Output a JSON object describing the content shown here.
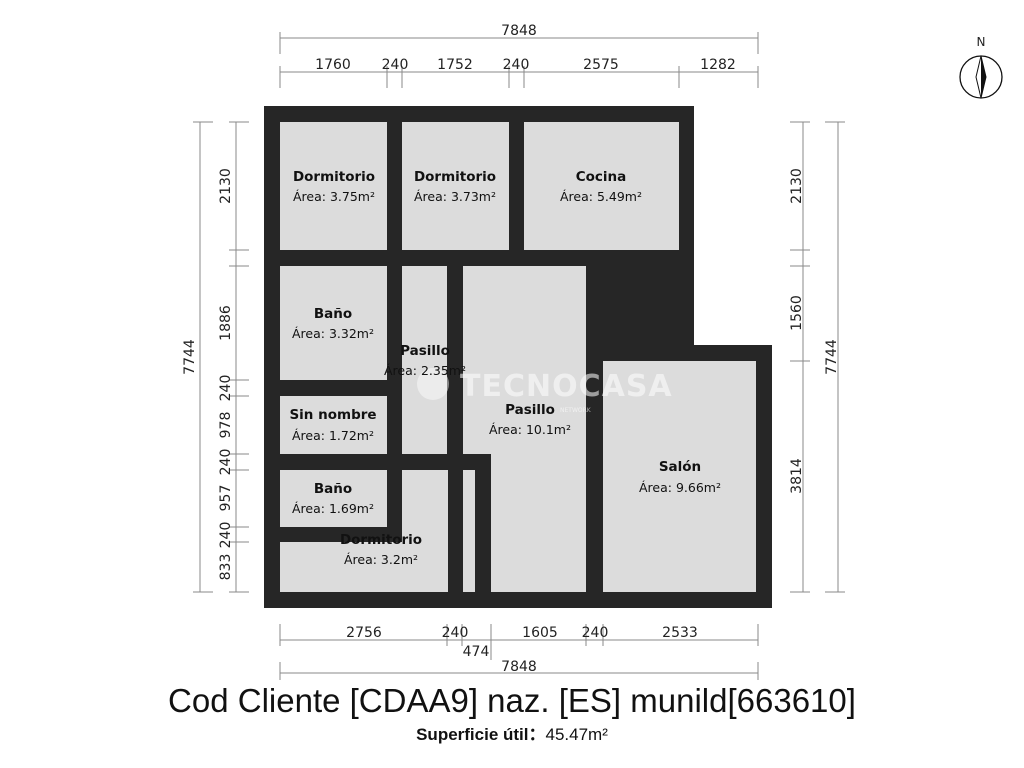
{
  "dimensions": {
    "top_total": "7848",
    "top_segments": [
      "1760",
      "240",
      "1752",
      "240",
      "2575",
      "1282"
    ],
    "bottom_segments": [
      "2756",
      "240",
      "1605",
      "240",
      "2533"
    ],
    "bottom_extra": "474",
    "bottom_total": "7848",
    "left_total": "7744",
    "left_segments": [
      "2130",
      "1886",
      "240",
      "978",
      "240",
      "957",
      "240",
      "833"
    ],
    "right_total": "7744",
    "right_segments": [
      "2130",
      "1560",
      "3814"
    ]
  },
  "rooms": [
    {
      "name": "Dormitorio",
      "area": "Área: 3.75m²"
    },
    {
      "name": "Dormitorio",
      "area": "Área: 3.73m²"
    },
    {
      "name": "Cocina",
      "area": "Área: 5.49m²"
    },
    {
      "name": "Baño",
      "area": "Área: 3.32m²"
    },
    {
      "name": "Pasillo",
      "area": "Área: 2.35m²"
    },
    {
      "name": "Pasillo",
      "area": "Área: 10.1m²"
    },
    {
      "name": "Sin nombre",
      "area": "Área: 1.72m²"
    },
    {
      "name": "Baño",
      "area": "Área: 1.69m²"
    },
    {
      "name": "Dormitorio",
      "area": "Área: 3.2m²"
    },
    {
      "name": "Salón",
      "area": "Área: 9.66m²"
    }
  ],
  "compass": {
    "label": "N",
    "icon": "north-arrow-icon"
  },
  "watermark": {
    "brand": "TECNOCASA",
    "tagline": "NETWORK"
  },
  "footer": {
    "title": "Cod Cliente [CDAA9] naz. [ES] munild[663610]",
    "surface_label": "Superficie útil：",
    "surface_value": "45.47m²"
  },
  "colors": {
    "wall": "#262626",
    "floor": "#dcdcdc",
    "dimension_line": "#8a8a8a"
  }
}
